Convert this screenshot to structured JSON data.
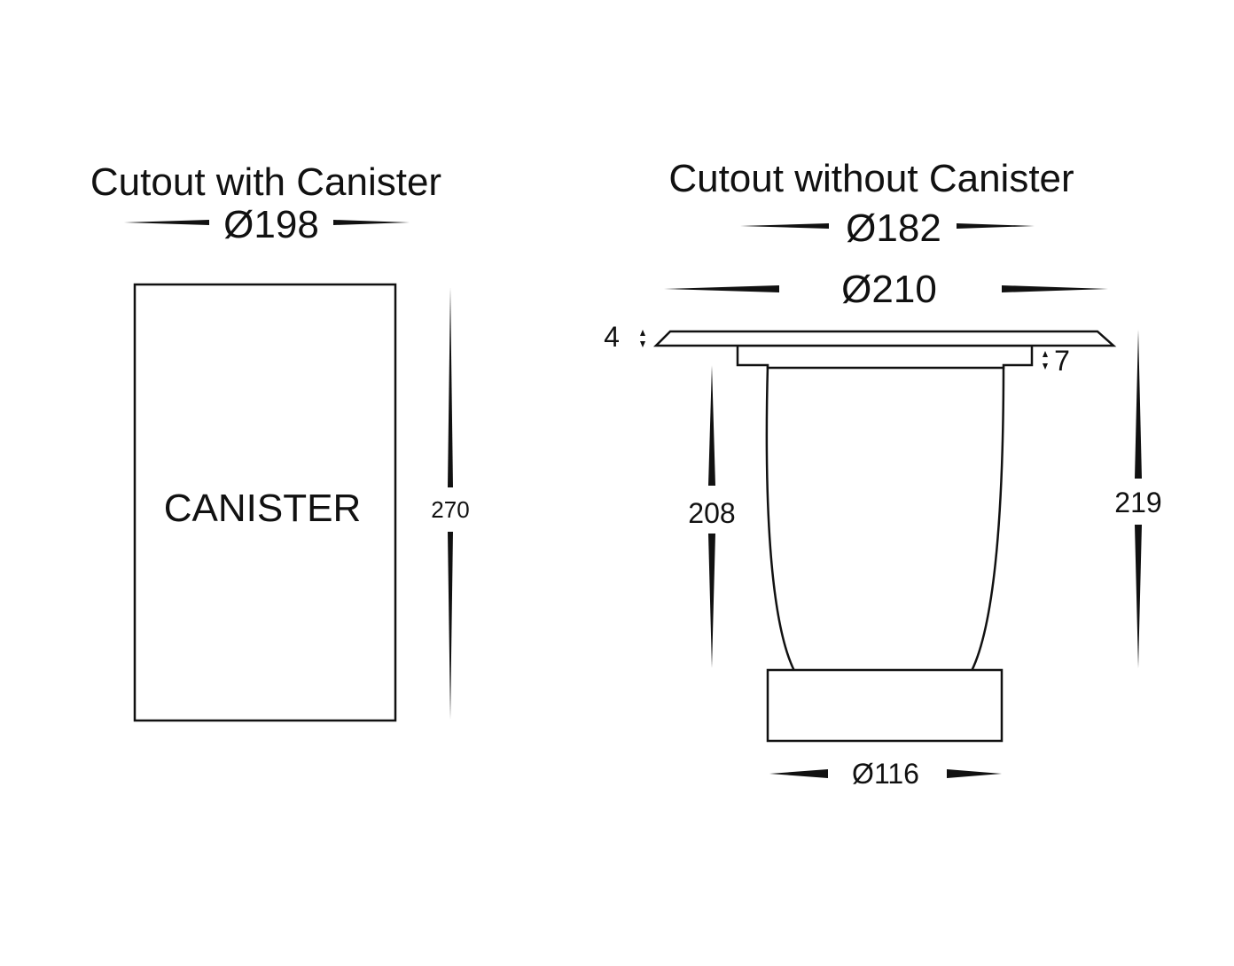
{
  "left_view": {
    "title": "Cutout with Canister",
    "cutout_diameter": "Ø198",
    "canister_label": "CANISTER",
    "height": "270"
  },
  "right_view": {
    "title": "Cutout without Canister",
    "cutout_diameter": "Ø182",
    "flange_diameter": "Ø210",
    "flange_thickness": "4",
    "lip_height": "7",
    "body_height": "208",
    "overall_height": "219",
    "base_diameter": "Ø116"
  },
  "colors": {
    "line": "#111111",
    "background": "#ffffff"
  }
}
